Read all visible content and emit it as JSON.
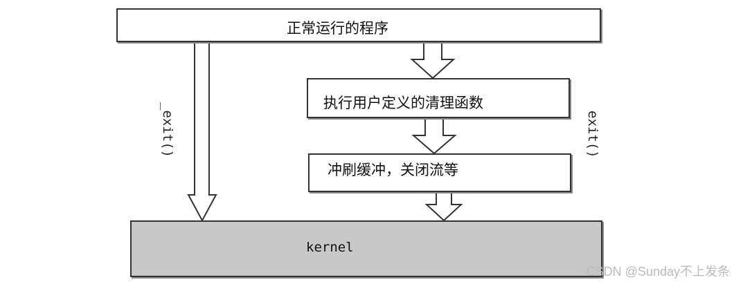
{
  "diagram": {
    "top_box": "正常运行的程序",
    "cleanup_box": "执行用户定义的清理函数",
    "flush_box": "冲刷缓冲，关闭流等",
    "kernel_box": "kernel",
    "left_path_label": "_exit()",
    "right_path_label": "exit()",
    "kernel_fill": "#c8c8c8"
  },
  "watermark": "CSDN @Sunday不上发条"
}
